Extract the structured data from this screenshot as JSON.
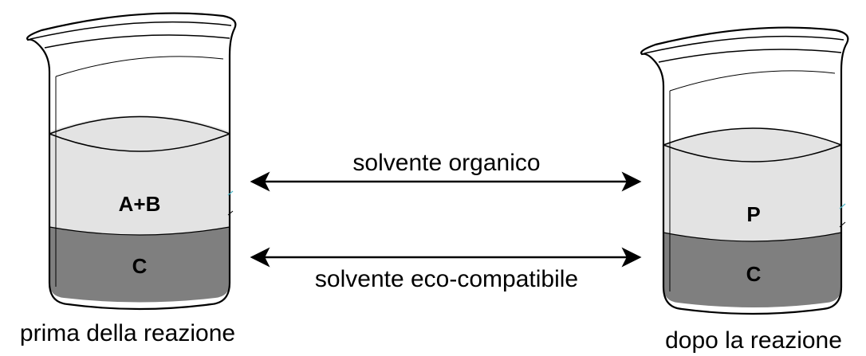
{
  "beakers": [
    {
      "caption": "prima della reazione",
      "upper_layer": "A+B",
      "lower_layer": "C"
    },
    {
      "caption": "dopo la reazione",
      "upper_layer": "P",
      "lower_layer": "C"
    }
  ],
  "arrows": {
    "top_label": "solvente organico",
    "bottom_label": "solvente eco-compatibile"
  },
  "colors": {
    "upper_liquid": "#e3e3e3",
    "lower_liquid": "#7f7f7f",
    "outline": "#000000"
  }
}
